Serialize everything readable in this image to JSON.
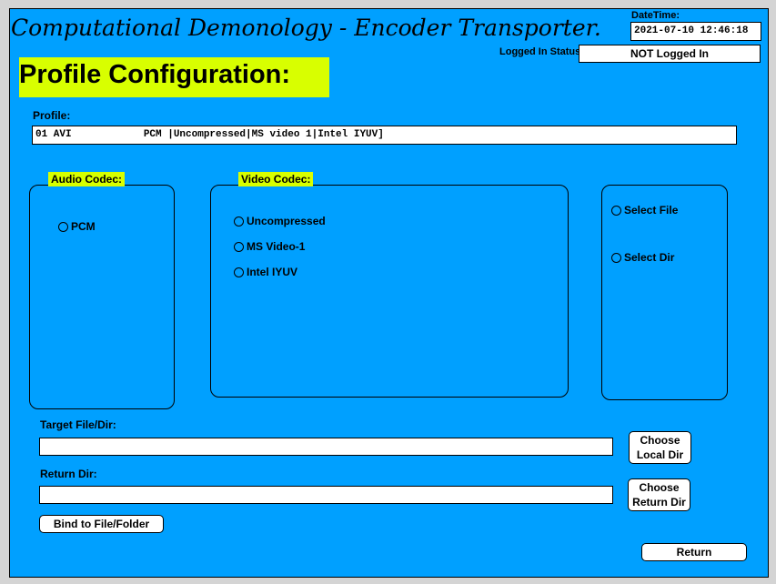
{
  "header": {
    "title": "Computational Demonology - Encoder Transporter.",
    "datetime_label": "DateTime:",
    "datetime_value": "2021-07-10 12:46:18",
    "login_label": "Logged In Status:",
    "login_value": "NOT Logged In"
  },
  "page_title": "Profile Configuration:",
  "profile": {
    "label": "Profile:",
    "value": "01 AVI            PCM |Uncompressed|MS video 1|Intel IYUV]"
  },
  "audio": {
    "legend": "Audio Codec:",
    "options": [
      "PCM"
    ]
  },
  "video": {
    "legend": "Video Codec:",
    "options": [
      "Uncompressed",
      "MS Video-1",
      "Intel IYUV"
    ]
  },
  "select": {
    "options": [
      "Select File",
      "Select Dir"
    ]
  },
  "target": {
    "label": "Target File/Dir:",
    "value": "",
    "button": "Choose Local Dir"
  },
  "return_dir": {
    "label": "Return Dir:",
    "value": "",
    "button": "Choose Return Dir"
  },
  "bind_button": "Bind to File/Folder",
  "return_button": "Return",
  "colors": {
    "background": "#00a0ff",
    "highlight": "#d8ff00"
  }
}
